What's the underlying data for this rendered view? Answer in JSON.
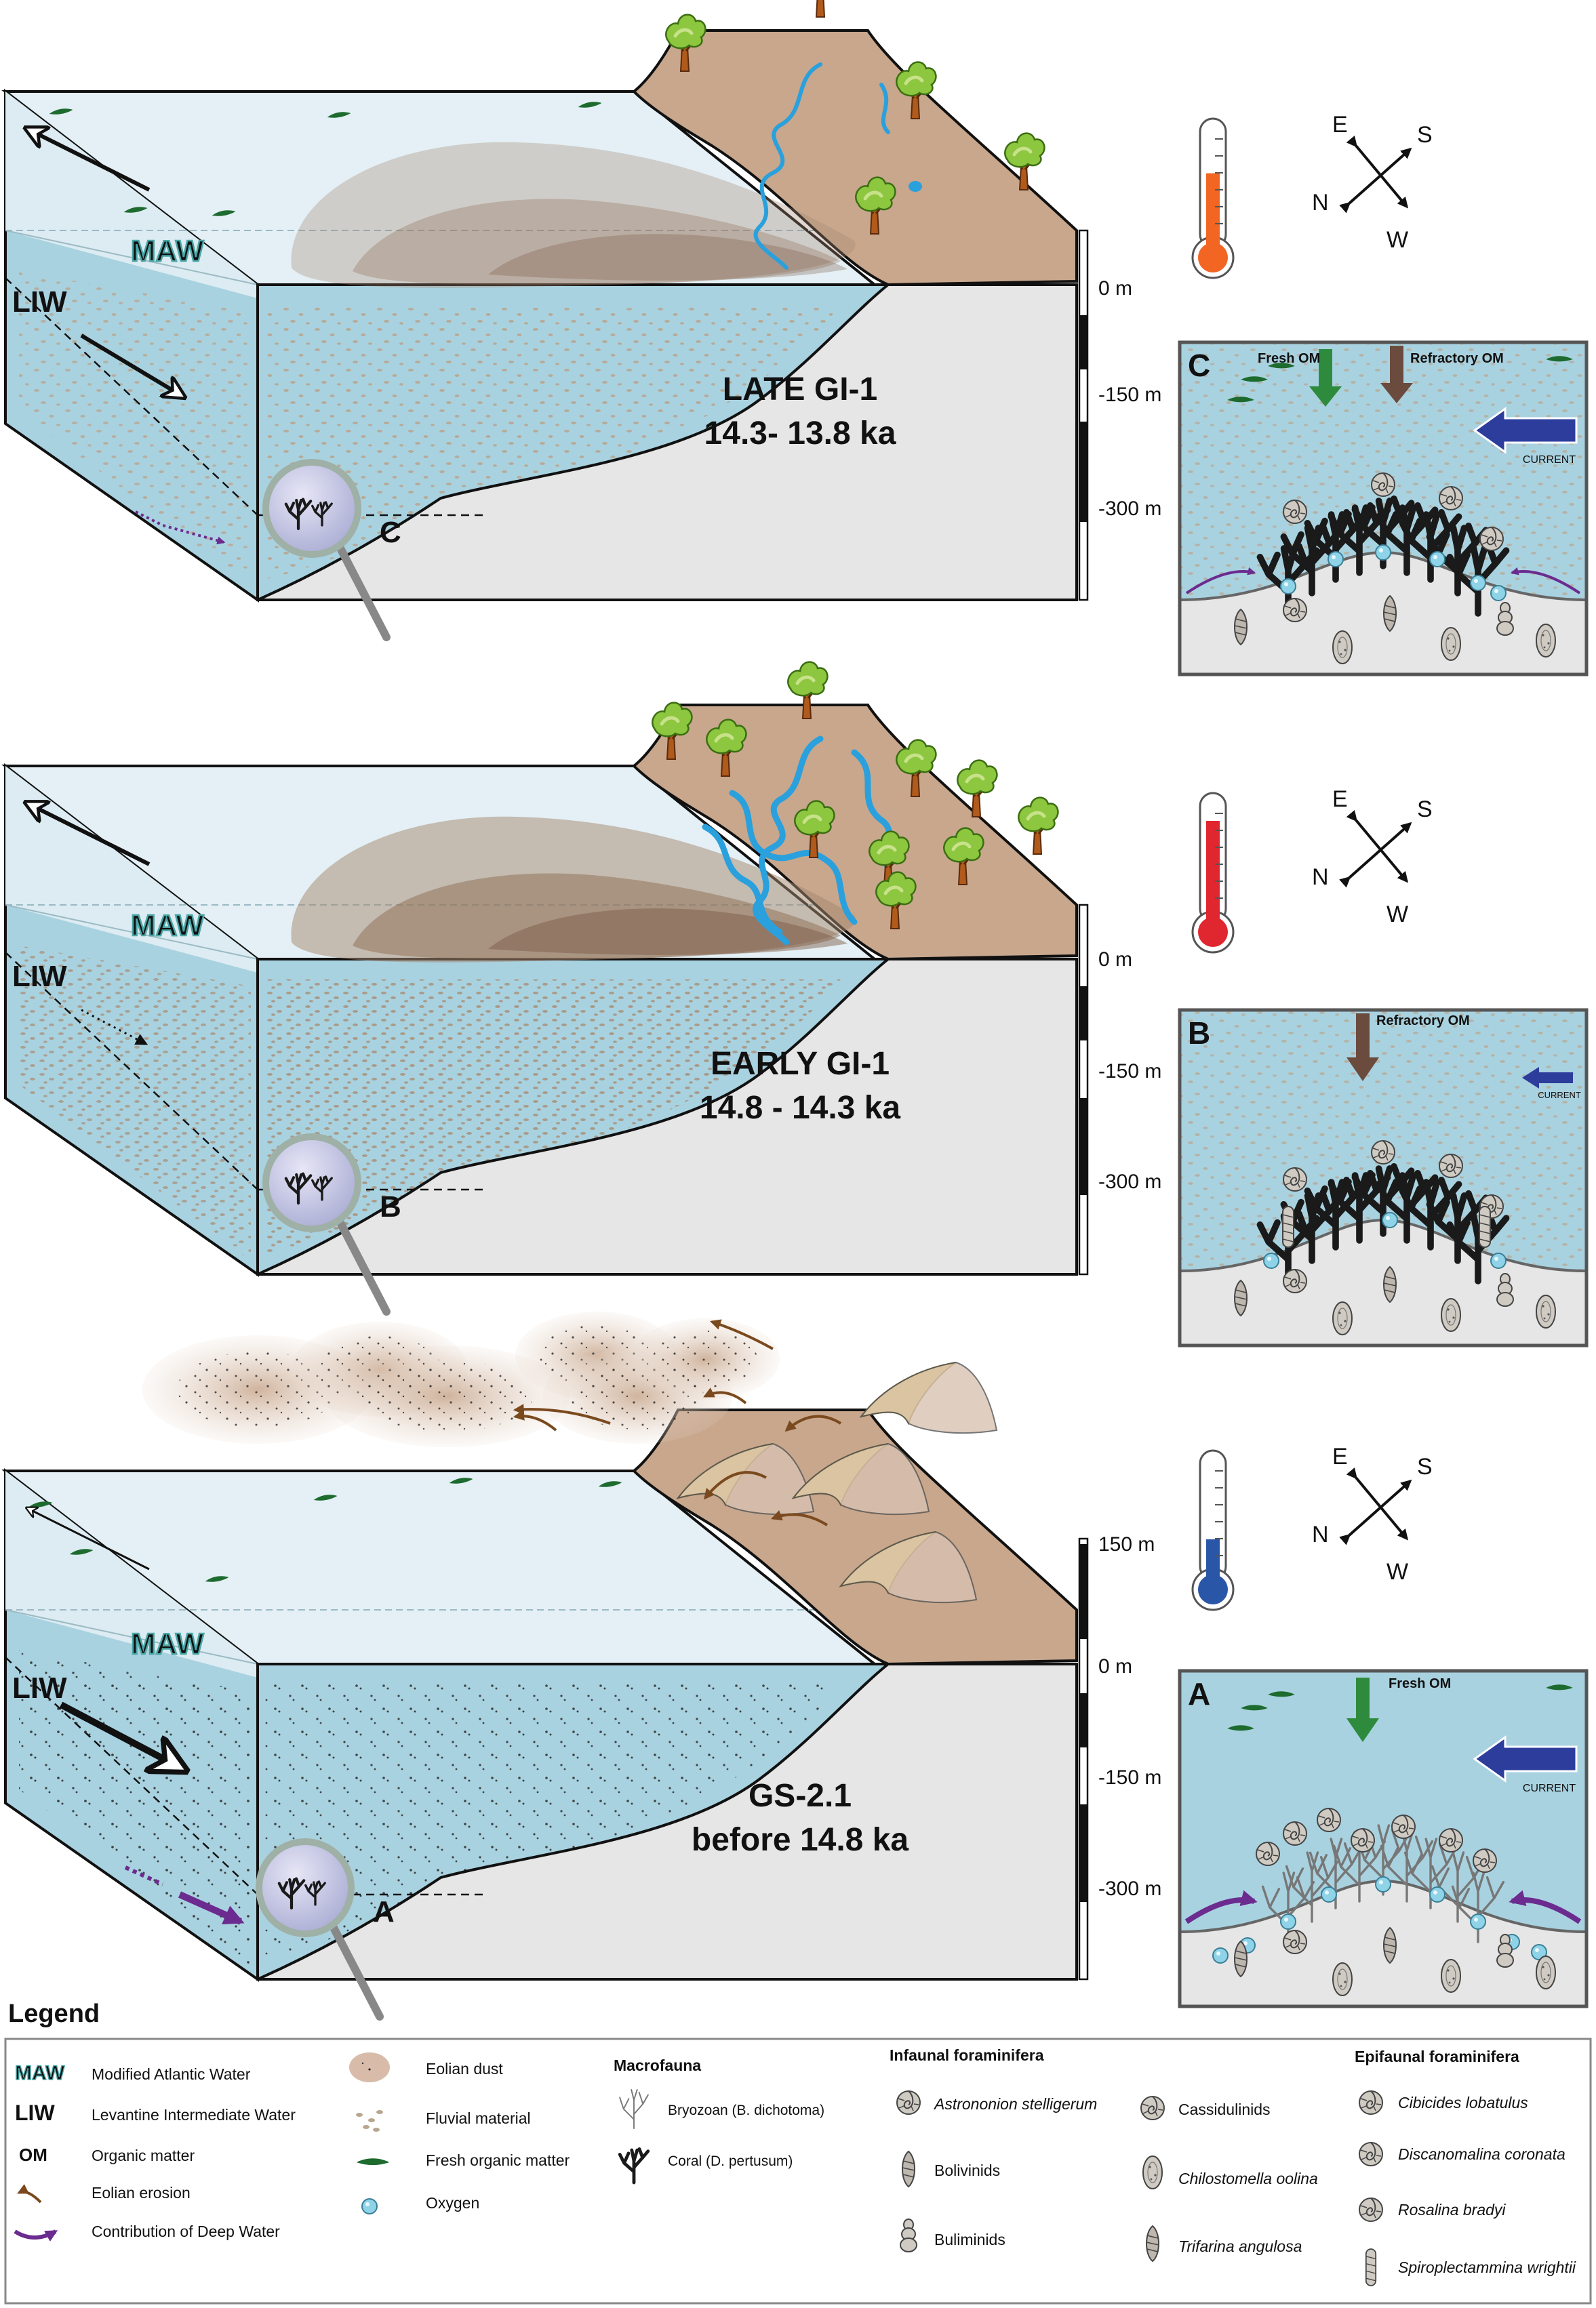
{
  "colors": {
    "sea_light": "#cfe6ee",
    "sea": "#a9d2e0",
    "land": "#c8a78d",
    "seafloor": "#e6e6e6",
    "maw": "#4aa6a6",
    "liw": "#2b3a8a",
    "current": "#2c3d9c",
    "deep_water": "#6b2b8f",
    "eolian": "#7a4a1e",
    "fresh_om": "#2e8b3e",
    "refractory_om": "#6b4b3e",
    "oxygen": "#8fd3e8",
    "thermo_late": "#f26522",
    "thermo_early": "#e0262f",
    "thermo_gs": "#2a56a8"
  },
  "compass": {
    "E": "E",
    "S": "S",
    "N": "N",
    "W": "W"
  },
  "depth_scale": {
    "m150": "150 m",
    "m0": "0 m",
    "m_150": "-150 m",
    "m_300": "-300 m"
  },
  "water_masses": {
    "maw": "MAW",
    "liw": "LIW"
  },
  "panels": [
    {
      "key": "late",
      "period": "LATE GI-1",
      "age": "14.3- 13.8 ka",
      "zoom_letter": "C",
      "thermo_level": 0.58
    },
    {
      "key": "early",
      "period": "EARLY GI-1",
      "age": "14.8 - 14.3 ka",
      "zoom_letter": "B",
      "thermo_level": 0.8
    },
    {
      "key": "gs",
      "period": "GS-2.1",
      "age": "before 14.8 ka",
      "zoom_letter": "A",
      "thermo_level": 0.3
    }
  ],
  "insets": {
    "C": {
      "letter": "C",
      "fresh": "Fresh OM",
      "refractory": "Refractory OM",
      "current": "CURRENT"
    },
    "B": {
      "letter": "B",
      "refractory": "Refractory OM",
      "current": "CURRENT"
    },
    "A": {
      "letter": "A",
      "fresh": "Fresh OM",
      "current": "CURRENT"
    }
  },
  "legend": {
    "title": "Legend",
    "col1": [
      {
        "sym": "MAW",
        "label": "Modified Atlantic Water",
        "icon": "maw-text"
      },
      {
        "sym": "LIW",
        "label": "Levantine Intermediate Water",
        "icon": "liw-text"
      },
      {
        "sym": "OM",
        "label": "Organic matter",
        "icon": "om-text"
      },
      {
        "sym": "",
        "label": "Eolian erosion",
        "icon": "eolian-arrow-icon"
      },
      {
        "sym": "",
        "label": "Contribution of Deep Water",
        "icon": "deep-water-arrow-icon"
      }
    ],
    "col2": [
      {
        "label": "Eolian dust",
        "icon": "eolian-dust-icon"
      },
      {
        "label": "Fluvial material",
        "icon": "fluvial-material-icon"
      },
      {
        "label": "Fresh organic matter",
        "icon": "fresh-om-leaf-icon"
      },
      {
        "label": "Oxygen",
        "icon": "oxygen-bubble-icon"
      }
    ],
    "macrofauna": {
      "title": "Macrofauna",
      "items": [
        {
          "label": "Bryozoan (B. dichotoma)",
          "icon": "bryozoan-icon"
        },
        {
          "label": "Coral (D. pertusum)",
          "icon": "coral-icon"
        }
      ]
    },
    "infaunal": {
      "title": "Infaunal foraminifera",
      "items": [
        {
          "label": "Astrononion stelligerum",
          "italic": true,
          "icon": "astrononion-icon"
        },
        {
          "label": "Bolivinids",
          "italic": false,
          "icon": "bolivinid-icon"
        },
        {
          "label": "Buliminids",
          "italic": false,
          "icon": "buliminid-icon"
        },
        {
          "label": "Cassidulinids",
          "italic": false,
          "icon": "cassidulinid-icon"
        },
        {
          "label": "Chilostomella oolina",
          "italic": true,
          "icon": "chilostomella-icon"
        },
        {
          "label": "Trifarina angulosa",
          "italic": true,
          "icon": "trifarina-icon"
        }
      ]
    },
    "epifaunal": {
      "title": "Epifaunal foraminifera",
      "items": [
        {
          "label": "Cibicides lobatulus",
          "italic": true,
          "icon": "cibicides-icon"
        },
        {
          "label": "Discanomalina coronata",
          "italic": true,
          "icon": "discanomalina-icon"
        },
        {
          "label": "Rosalina bradyi",
          "italic": true,
          "icon": "rosalina-icon"
        },
        {
          "label": "Spiroplectammina wrightii",
          "italic": true,
          "icon": "spiroplectammina-icon"
        }
      ]
    }
  }
}
